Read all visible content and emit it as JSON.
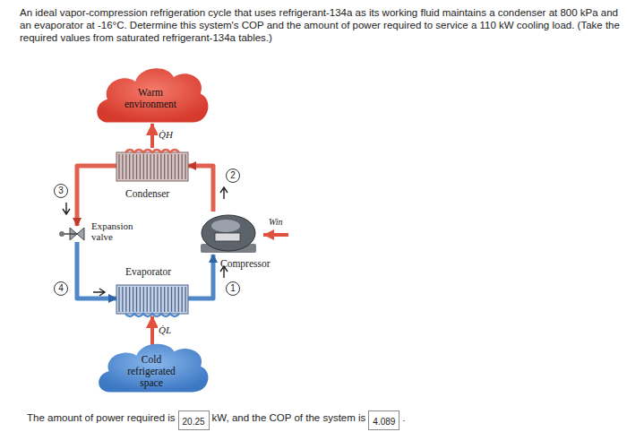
{
  "diagram": {
    "nodes": [
      {
        "text": [
          "Warm environment"
        ]
      },
      {
        "text": [
          "Condenser"
        ]
      },
      {
        "text": [
          "3"
        ]
      },
      {
        "text": [
          "2"
        ]
      },
      {
        "text": [
          "Expansion valve"
        ]
      },
      {
        "text": [
          "Compressor"
        ]
      },
      {
        "text": [
          "4"
        ]
      },
      {
        "text": [
          "Evaporator"
        ]
      },
      {
        "text": [
          "1"
        ]
      },
      {
        "text": [
          "Cold refrigerated space"
        ]
      },
      {
        "text": [
          "20.25"
        ]
      },
      {
        "text": [
          "4.089"
        ]
      }
    ],
    "edges": [
      {
        "from": 1,
        "to": 4,
        "arrow": "to"
      },
      {
        "from": 4,
        "to": 7,
        "arrow": "to"
      },
      {
        "from": 7,
        "to": 5,
        "arrow": "to"
      },
      {
        "from": 5,
        "to": 1,
        "arrow": "to"
      },
      {
        "from": 1,
        "to": 0,
        "arrow": "to",
        "label": "Q̇H"
      },
      {
        "from": 9,
        "to": 7,
        "arrow": "to",
        "label": "Q̇L"
      }
    ],
    "labels": [
      "An ideal vapor-compression refrigeration cycle that uses refrigerant-134a as its working fluid maintains a condenser at 800 kPa and an evaporator at -16°C. Determine this system's COP and the amount of power required to service a 110 kW cooling load. (Take the required values from saturated refrigerant-134a tables.)",
      "Win",
      "The amount of power required is",
      "kW, and the COP of the system is",
      "."
    ]
  }
}
